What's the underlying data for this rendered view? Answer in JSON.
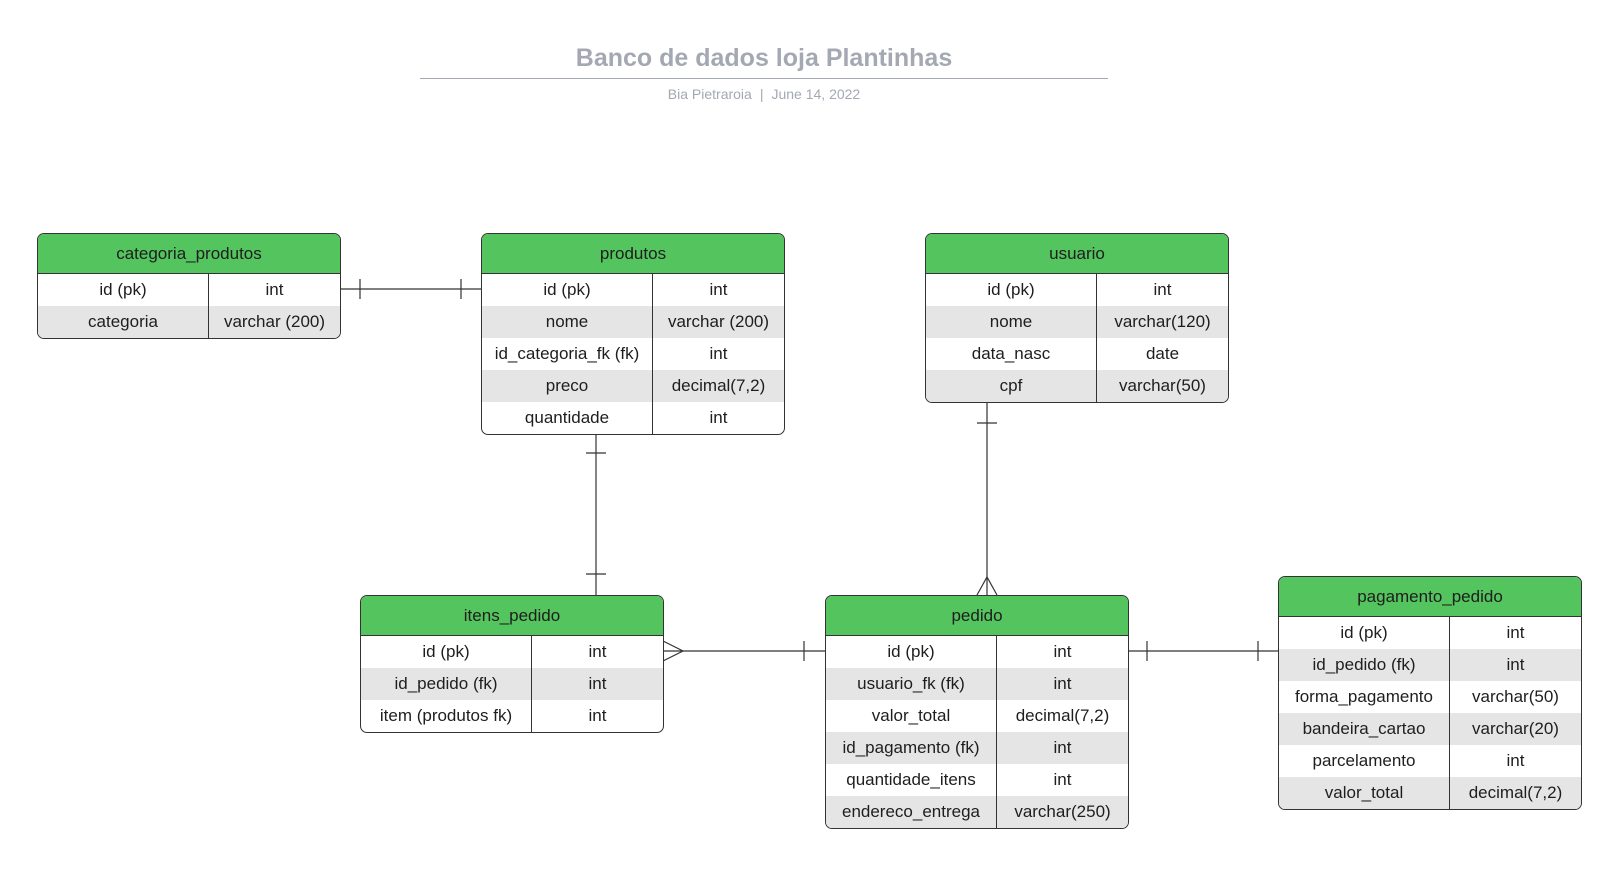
{
  "header": {
    "title": "Banco de dados loja Plantinhas",
    "author": "Bia Pietraroia",
    "separator": "|",
    "date": "June 14, 2022"
  },
  "colors": {
    "header_fill": "#54c45e",
    "alt_row": "#e5e5e5",
    "title_text": "#a3a8b2",
    "line": "#333333"
  },
  "entities": {
    "categoria_produtos": {
      "name": "categoria_produtos",
      "fields": [
        {
          "name": "id (pk)",
          "type": "int"
        },
        {
          "name": "categoria",
          "type": "varchar (200)"
        }
      ]
    },
    "produtos": {
      "name": "produtos",
      "fields": [
        {
          "name": "id (pk)",
          "type": "int"
        },
        {
          "name": "nome",
          "type": "varchar (200)"
        },
        {
          "name": "id_categoria_fk (fk)",
          "type": "int"
        },
        {
          "name": "preco",
          "type": "decimal(7,2)"
        },
        {
          "name": "quantidade",
          "type": "int"
        }
      ]
    },
    "usuario": {
      "name": "usuario",
      "fields": [
        {
          "name": "id (pk)",
          "type": "int"
        },
        {
          "name": "nome",
          "type": "varchar(120)"
        },
        {
          "name": "data_nasc",
          "type": "date"
        },
        {
          "name": "cpf",
          "type": "varchar(50)"
        }
      ]
    },
    "itens_pedido": {
      "name": "itens_pedido",
      "fields": [
        {
          "name": "id (pk)",
          "type": "int"
        },
        {
          "name": "id_pedido (fk)",
          "type": "int"
        },
        {
          "name": "item (produtos fk)",
          "type": "int"
        }
      ]
    },
    "pedido": {
      "name": "pedido",
      "fields": [
        {
          "name": "id (pk)",
          "type": "int"
        },
        {
          "name": "usuario_fk (fk)",
          "type": "int"
        },
        {
          "name": "valor_total",
          "type": "decimal(7,2)"
        },
        {
          "name": "id_pagamento (fk)",
          "type": "int"
        },
        {
          "name": "quantidade_itens",
          "type": "int"
        },
        {
          "name": "endereco_entrega",
          "type": "varchar(250)"
        }
      ]
    },
    "pagamento_pedido": {
      "name": "pagamento_pedido",
      "fields": [
        {
          "name": "id (pk)",
          "type": "int"
        },
        {
          "name": "id_pedido (fk)",
          "type": "int"
        },
        {
          "name": "forma_pagamento",
          "type": "varchar(50)"
        },
        {
          "name": "bandeira_cartao",
          "type": "varchar(20)"
        },
        {
          "name": "parcelamento",
          "type": "int"
        },
        {
          "name": "valor_total",
          "type": "decimal(7,2)"
        }
      ]
    }
  },
  "relationships": [
    {
      "from": "categoria_produtos",
      "to": "produtos",
      "from_end": "one",
      "to_end": "one"
    },
    {
      "from": "produtos",
      "to": "itens_pedido",
      "from_end": "one",
      "to_end": "one"
    },
    {
      "from": "usuario",
      "to": "pedido",
      "from_end": "one",
      "to_end": "many"
    },
    {
      "from": "itens_pedido",
      "to": "pedido",
      "from_end": "many",
      "to_end": "one"
    },
    {
      "from": "pedido",
      "to": "pagamento_pedido",
      "from_end": "one",
      "to_end": "one"
    }
  ]
}
